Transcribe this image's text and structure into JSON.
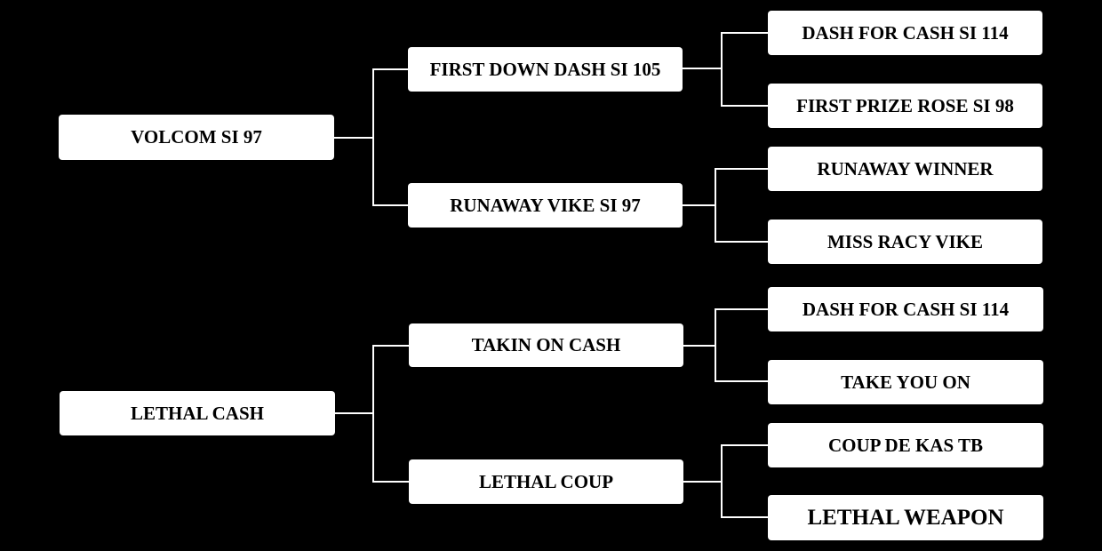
{
  "pedigrees": [
    {
      "horse": "VOLCOM SI 97",
      "sire": "FIRST DOWN DASH SI 105",
      "dam": "RUNAWAY VIKE SI 97",
      "sire_sire": "DASH FOR CASH SI 114",
      "sire_dam": "FIRST PRIZE ROSE SI 98",
      "dam_sire": "RUNAWAY WINNER",
      "dam_dam": "MISS RACY VIKE"
    },
    {
      "horse": "LETHAL CASH",
      "sire": "TAKIN ON CASH",
      "dam": "LETHAL COUP",
      "sire_sire": "DASH FOR CASH SI 114",
      "sire_dam": "TAKE YOU ON",
      "dam_sire": "COUP DE KAS TB",
      "dam_dam": "LETHAL WEAPON"
    }
  ]
}
